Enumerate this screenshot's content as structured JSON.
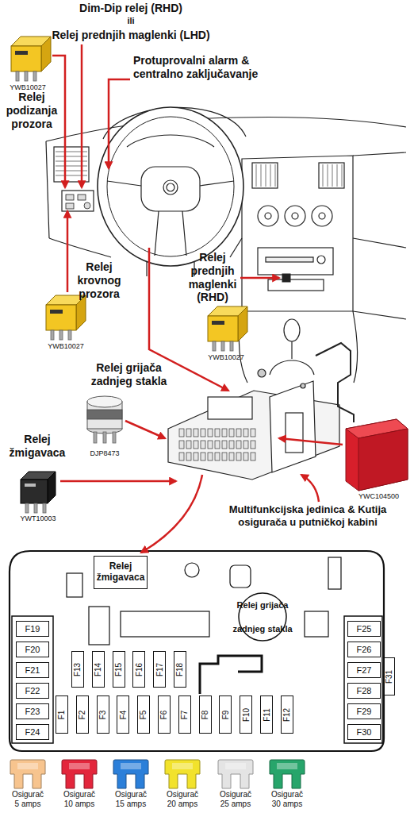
{
  "diagram": {
    "nodes": [
      {
        "text": [
          "Relej žmigavaca"
        ]
      },
      {
        "text": [
          "Relej grijača zadnjeg stakla"
        ]
      },
      {
        "text": [
          "F19"
        ]
      },
      {
        "text": [
          "F20"
        ]
      },
      {
        "text": [
          "F21"
        ]
      },
      {
        "text": [
          "F22"
        ]
      },
      {
        "text": [
          "F23"
        ]
      },
      {
        "text": [
          "F24"
        ]
      },
      {
        "text": [
          "F13"
        ]
      },
      {
        "text": [
          "F14"
        ]
      },
      {
        "text": [
          "F15"
        ]
      },
      {
        "text": [
          "F16"
        ]
      },
      {
        "text": [
          "F17"
        ]
      },
      {
        "text": [
          "F18"
        ]
      },
      {
        "text": [
          "F1"
        ]
      },
      {
        "text": [
          "F2"
        ]
      },
      {
        "text": [
          "F3"
        ]
      },
      {
        "text": [
          "F4"
        ]
      },
      {
        "text": [
          "F5"
        ]
      },
      {
        "text": [
          "F6"
        ]
      },
      {
        "text": [
          "F7"
        ]
      },
      {
        "text": [
          "F8"
        ]
      },
      {
        "text": [
          "F9"
        ]
      },
      {
        "text": [
          "F10"
        ]
      },
      {
        "text": [
          "F11"
        ]
      },
      {
        "text": [
          "F12"
        ]
      },
      {
        "text": [
          "F25"
        ]
      },
      {
        "text": [
          "F26"
        ]
      },
      {
        "text": [
          "F27"
        ]
      },
      {
        "text": [
          "F28"
        ]
      },
      {
        "text": [
          "F29"
        ]
      },
      {
        "text": [
          "F30"
        ]
      },
      {
        "text": [
          "F31"
        ]
      }
    ],
    "labels": [
      "Dim-Dip relej (RHD)",
      "ili",
      "Relej prednjih maglenki (LHD)",
      "YWB10027",
      "Protuprovalni alarm & centralno zaključavanje",
      "Relej podizanja prozora",
      "Relej krovnog prozora",
      "YWB10027",
      "Relej prednjih maglenki (RHD)",
      "YWB10027",
      "Relej grijača zadnjeg stakla",
      "DJP8473",
      "Relej žmigavaca",
      "YWT10003",
      "YWC104500",
      "Multifunkcijska jedinica & Kutija osigurača u putničkoj kabini"
    ],
    "legend": [
      {
        "text": "Osigurač 5 amps",
        "color": "#f7c48e"
      },
      {
        "text": "Osigurač 10 amps",
        "color": "#e3263c"
      },
      {
        "text": "Osigurač 15 amps",
        "color": "#2b7fd9"
      },
      {
        "text": "Osigurač 20 amps",
        "color": "#f2e22c"
      },
      {
        "text": "Osigurač 25 amps",
        "color": "#e4e4e4"
      },
      {
        "text": "Osigurač 30 amps",
        "color": "#27a56b"
      }
    ]
  }
}
